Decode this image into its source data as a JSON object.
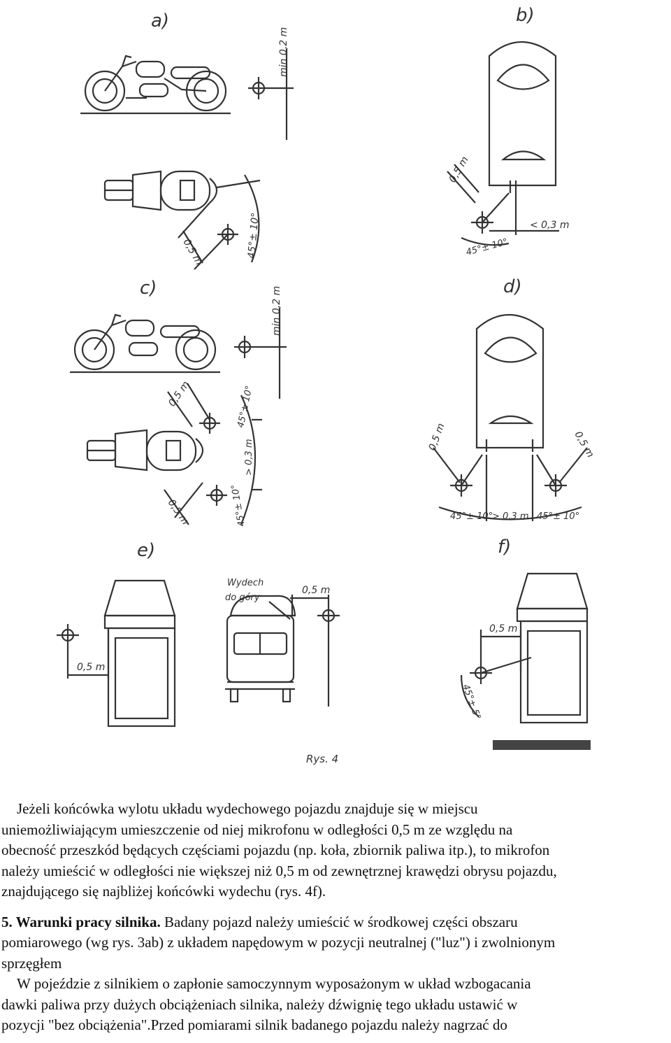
{
  "figure": {
    "panels": {
      "a": "a)",
      "b": "b)",
      "c": "c)",
      "d": "d)",
      "e": "e)",
      "f": "f)"
    },
    "dims": {
      "a_min": "min 0,2 m",
      "a_05": "0,5 m",
      "a_angle": "45°± 10°",
      "b_05": "0,5 m",
      "b_03": "< 0,3 m",
      "b_angle": "45°± 10°",
      "c_min": "min 0,2 m",
      "c_05_top": "0,5 m",
      "c_05_bot": "0,5 m",
      "c_03": "> 0,3 m",
      "c_angle_top": "45°± 10°",
      "c_angle_bot": "45°± 10°",
      "d_05_left": "0,5 m",
      "d_05_right": "0,5 m",
      "d_angle_left": "45°± 10°",
      "d_03": "> 0,3 m",
      "d_angle_right": "45°± 10°",
      "e_wydech": "Wydech",
      "e_do_gory": "do góry",
      "e_05_top": "0,5 m",
      "e_05_left": "0,5 m",
      "f_05": "0,5 m",
      "f_angle": "45°± 5°"
    },
    "caption": "Rys. 4"
  },
  "text": {
    "para1": "Jeżeli końcówka wylotu układu wydechowego pojazdu znajduje się w miejscu",
    "para1_l2": "uniemożliwiającym umieszczenie od niej mikrofonu w odległości 0,5 m ze względu na",
    "para1_l3": "obecność przeszkód będących częściami pojazdu (np. koła, zbiornik paliwa itp.), to mikrofon",
    "para1_l4": "należy umieścić w odległości nie większej niż 0,5 m od zewnętrznej krawędzi obrysu pojazdu,",
    "para1_l5": "znajdującego się najbliżej końcówki wydechu (rys. 4f).",
    "sec5_heading": "5. Warunki pracy silnika.",
    "sec5_l1": " Badany pojazd należy umieścić w środkowej części obszaru",
    "sec5_l2": "pomiarowego (wg rys. 3ab) z układem napędowym w pozycji neutralnej (\"luz\") i zwolnionym",
    "sec5_l3": "sprzęgłem",
    "para3_l1": "W pojeździe z silnikiem o zapłonie samoczynnym wyposażonym w układ wzbogacania",
    "para3_l2": "dawki paliwa przy dużych obciążeniach silnika, należy dźwignię tego układu ustawić w",
    "para3_l3": "pozycji \"bez obciążenia\".Przed pomiarami silnik badanego pojazdu należy nagrzać do"
  }
}
